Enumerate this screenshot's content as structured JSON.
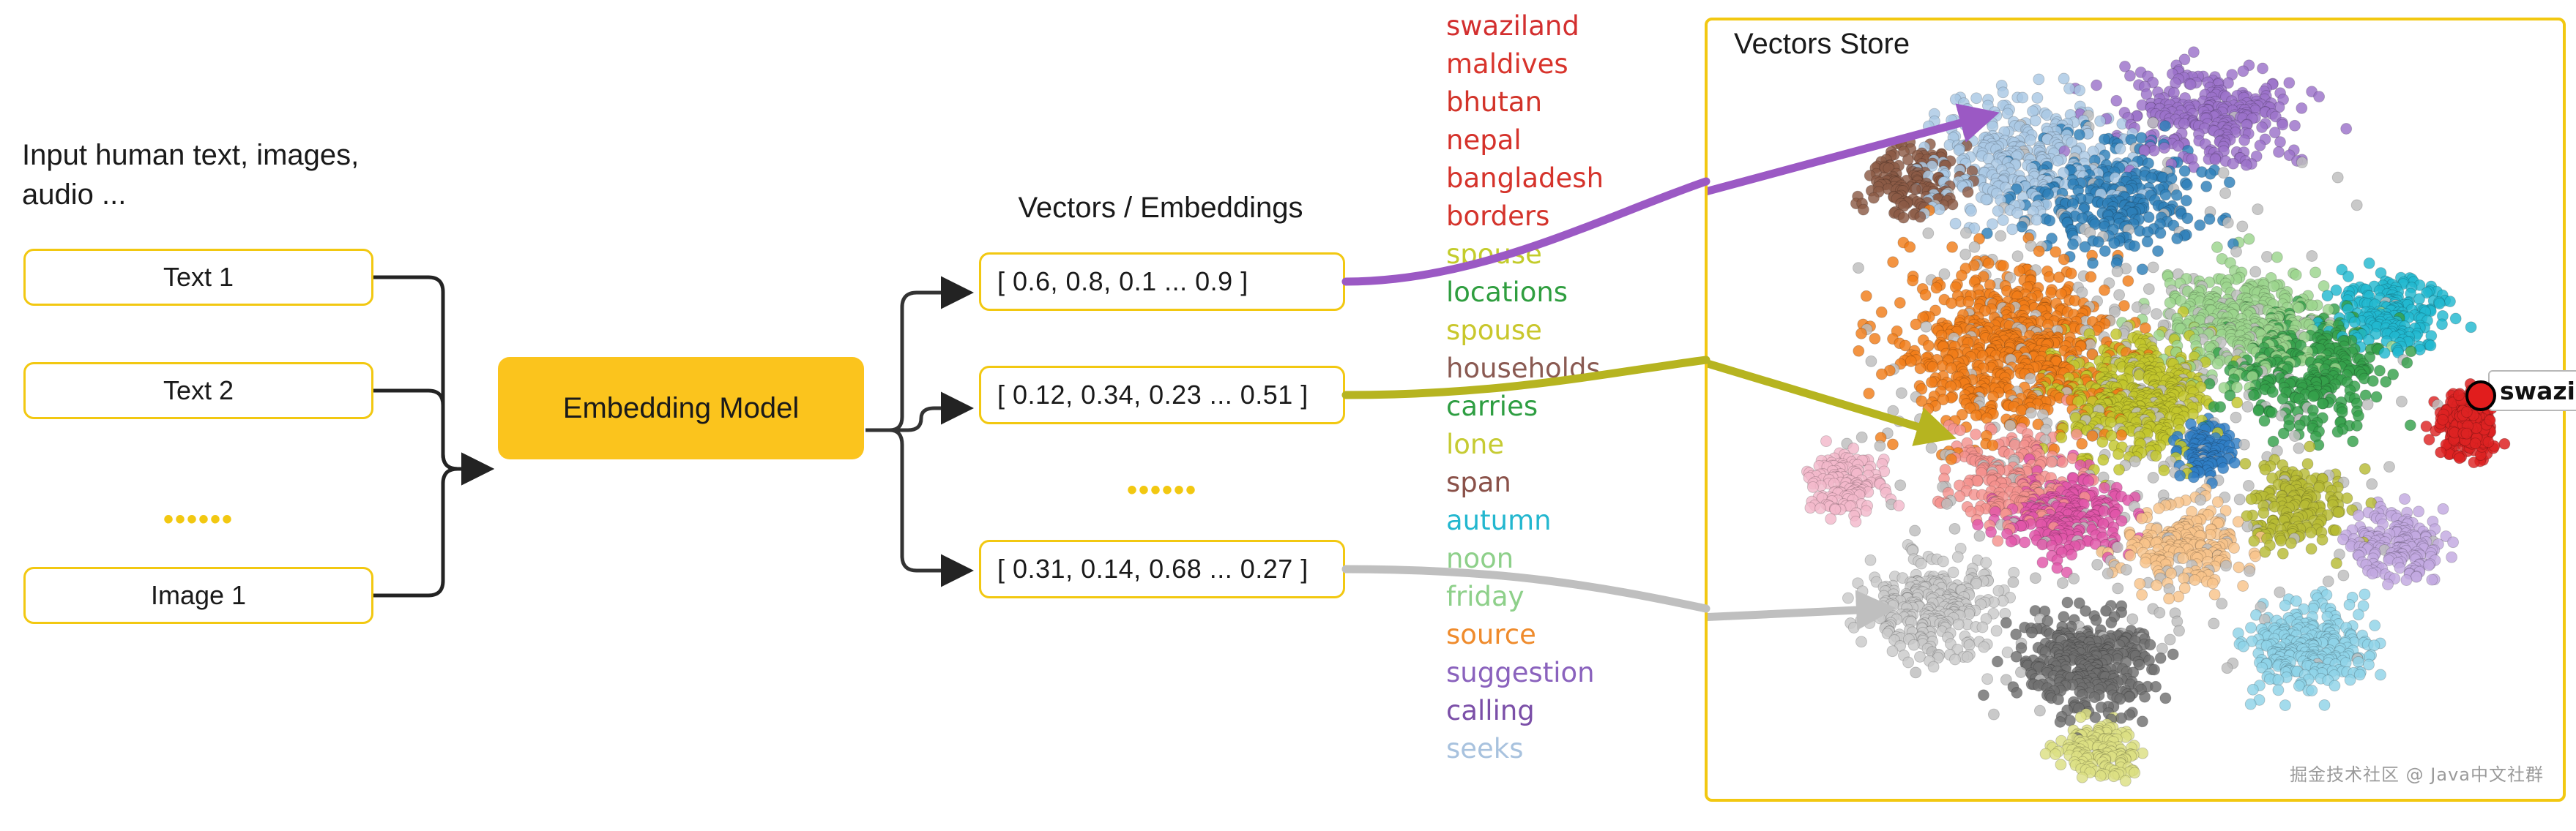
{
  "input": {
    "caption": "Input human text, images, audio ...",
    "boxes": [
      {
        "label": "Text 1"
      },
      {
        "label": "Text 2"
      },
      {
        "label": "Image 1"
      }
    ],
    "ellipsis": "••••••"
  },
  "model": {
    "label": "Embedding Model",
    "fill": "#fbc41d"
  },
  "vectors": {
    "title": "Vectors / Embeddings",
    "ellipsis": "••••••",
    "boxes": [
      {
        "value": "[ 0.6, 0.8, 0.1 ... 0.9 ]",
        "wire_color": "#9b59c4"
      },
      {
        "value": "[ 0.12, 0.34, 0.23 ... 0.51 ]",
        "wire_color": "#b6b420"
      },
      {
        "value": "[ 0.31, 0.14, 0.68 ... 0.27 ]",
        "wire_color": "#bfbfbf"
      }
    ]
  },
  "word_list": [
    {
      "text": "swaziland",
      "color": "#d32f2f"
    },
    {
      "text": "maldives",
      "color": "#d8342c"
    },
    {
      "text": "bhutan",
      "color": "#d23329"
    },
    {
      "text": "nepal",
      "color": "#d5322b"
    },
    {
      "text": "bangladesh",
      "color": "#d5332b"
    },
    {
      "text": "borders",
      "color": "#d4342c"
    },
    {
      "text": "spouse",
      "color": "#c3cc2b"
    },
    {
      "text": "locations",
      "color": "#2f9e3f"
    },
    {
      "text": "spouse",
      "color": "#c9c72c"
    },
    {
      "text": "households",
      "color": "#8a5a52"
    },
    {
      "text": "carries",
      "color": "#2e9e42"
    },
    {
      "text": "lone",
      "color": "#c6cb33"
    },
    {
      "text": "span",
      "color": "#8a5149"
    },
    {
      "text": "autumn",
      "color": "#23b7cf"
    },
    {
      "text": "noon",
      "color": "#8ed08a"
    },
    {
      "text": "friday",
      "color": "#8ed08a"
    },
    {
      "text": "source",
      "color": "#ef8b2c"
    },
    {
      "text": "suggestion",
      "color": "#8a62bd"
    },
    {
      "text": "calling",
      "color": "#7b4fa8"
    },
    {
      "text": "seeks",
      "color": "#a8c2de"
    }
  ],
  "store": {
    "title": "Vectors Store",
    "border_color": "#f2c811",
    "watermark": "掘金技术社区 @ Java中文社群",
    "highlight": {
      "label": "swaziland",
      "dot_color": "#e11d1d"
    }
  },
  "chart_data": {
    "type": "scatter",
    "title": "Vectors Store",
    "xlabel": "",
    "ylabel": "",
    "grid": false,
    "legend": "none",
    "note": "t-SNE style 2-D embedding projection; ~6000 points in ~22 colour clusters",
    "clusters": [
      {
        "name": "light-blue-top",
        "color": "#aac8e4",
        "cx": 0.36,
        "cy": 0.17,
        "rx": 0.13,
        "ry": 0.09,
        "n": 330
      },
      {
        "name": "purple-top",
        "color": "#9b72c9",
        "cx": 0.58,
        "cy": 0.12,
        "rx": 0.12,
        "ry": 0.07,
        "n": 280
      },
      {
        "name": "brown-left",
        "color": "#8b5a45",
        "cx": 0.23,
        "cy": 0.2,
        "rx": 0.07,
        "ry": 0.06,
        "n": 160
      },
      {
        "name": "steel-blue",
        "color": "#2d7fb8",
        "cx": 0.47,
        "cy": 0.23,
        "rx": 0.12,
        "ry": 0.08,
        "n": 250
      },
      {
        "name": "orange-main",
        "color": "#f07d18",
        "cx": 0.35,
        "cy": 0.42,
        "rx": 0.14,
        "ry": 0.12,
        "n": 620
      },
      {
        "name": "green-light",
        "color": "#9bd48c",
        "cx": 0.62,
        "cy": 0.38,
        "rx": 0.11,
        "ry": 0.08,
        "n": 330
      },
      {
        "name": "green-dark",
        "color": "#35a04a",
        "cx": 0.7,
        "cy": 0.45,
        "rx": 0.1,
        "ry": 0.09,
        "n": 290
      },
      {
        "name": "olive-center",
        "color": "#c2c62c",
        "cx": 0.5,
        "cy": 0.48,
        "rx": 0.1,
        "ry": 0.09,
        "n": 420
      },
      {
        "name": "cyan-right",
        "color": "#21b8cf",
        "cx": 0.8,
        "cy": 0.37,
        "rx": 0.07,
        "ry": 0.06,
        "n": 190
      },
      {
        "name": "red-right",
        "color": "#dd2222",
        "cx": 0.89,
        "cy": 0.52,
        "rx": 0.05,
        "ry": 0.05,
        "n": 160
      },
      {
        "name": "pink-magenta",
        "color": "#e056a8",
        "cx": 0.42,
        "cy": 0.63,
        "rx": 0.08,
        "ry": 0.06,
        "n": 260
      },
      {
        "name": "pink-light",
        "color": "#f3b8cb",
        "cx": 0.16,
        "cy": 0.59,
        "rx": 0.05,
        "ry": 0.05,
        "n": 140
      },
      {
        "name": "salmon",
        "color": "#f4918e",
        "cx": 0.35,
        "cy": 0.58,
        "rx": 0.09,
        "ry": 0.07,
        "n": 200
      },
      {
        "name": "grey-light",
        "color": "#c9c9c9",
        "cx": 0.26,
        "cy": 0.75,
        "rx": 0.09,
        "ry": 0.07,
        "n": 300
      },
      {
        "name": "grey-dark",
        "color": "#6f6f6f",
        "cx": 0.44,
        "cy": 0.82,
        "rx": 0.09,
        "ry": 0.07,
        "n": 340
      },
      {
        "name": "skyblue-bottom",
        "color": "#8fd3e8",
        "cx": 0.7,
        "cy": 0.8,
        "rx": 0.08,
        "ry": 0.06,
        "n": 270
      },
      {
        "name": "lavender-bottom",
        "color": "#c2a8e0",
        "cx": 0.8,
        "cy": 0.67,
        "rx": 0.06,
        "ry": 0.05,
        "n": 180
      },
      {
        "name": "khaki-bottom",
        "color": "#dcdf82",
        "cx": 0.45,
        "cy": 0.93,
        "rx": 0.05,
        "ry": 0.04,
        "n": 150
      },
      {
        "name": "blue-mid",
        "color": "#2f7ec4",
        "cx": 0.58,
        "cy": 0.55,
        "rx": 0.04,
        "ry": 0.04,
        "n": 110
      },
      {
        "name": "peach",
        "color": "#f8c38a",
        "cx": 0.55,
        "cy": 0.67,
        "rx": 0.08,
        "ry": 0.06,
        "n": 190
      },
      {
        "name": "olive-right",
        "color": "#b7bb35",
        "cx": 0.68,
        "cy": 0.62,
        "rx": 0.07,
        "ry": 0.06,
        "n": 170
      },
      {
        "name": "scatter-sparse",
        "color": "#bdbdbd",
        "cx": 0.5,
        "cy": 0.5,
        "rx": 0.33,
        "ry": 0.36,
        "n": 420
      }
    ],
    "annotations": [
      {
        "label": "purple-arrow",
        "color": "#9b59c4",
        "to": [
          0.33,
          0.12
        ]
      },
      {
        "label": "olive-arrow",
        "color": "#b6b420",
        "to": [
          0.28,
          0.53
        ]
      },
      {
        "label": "grey-arrow",
        "color": "#bfbfbf",
        "to": [
          0.21,
          0.75
        ]
      }
    ]
  }
}
